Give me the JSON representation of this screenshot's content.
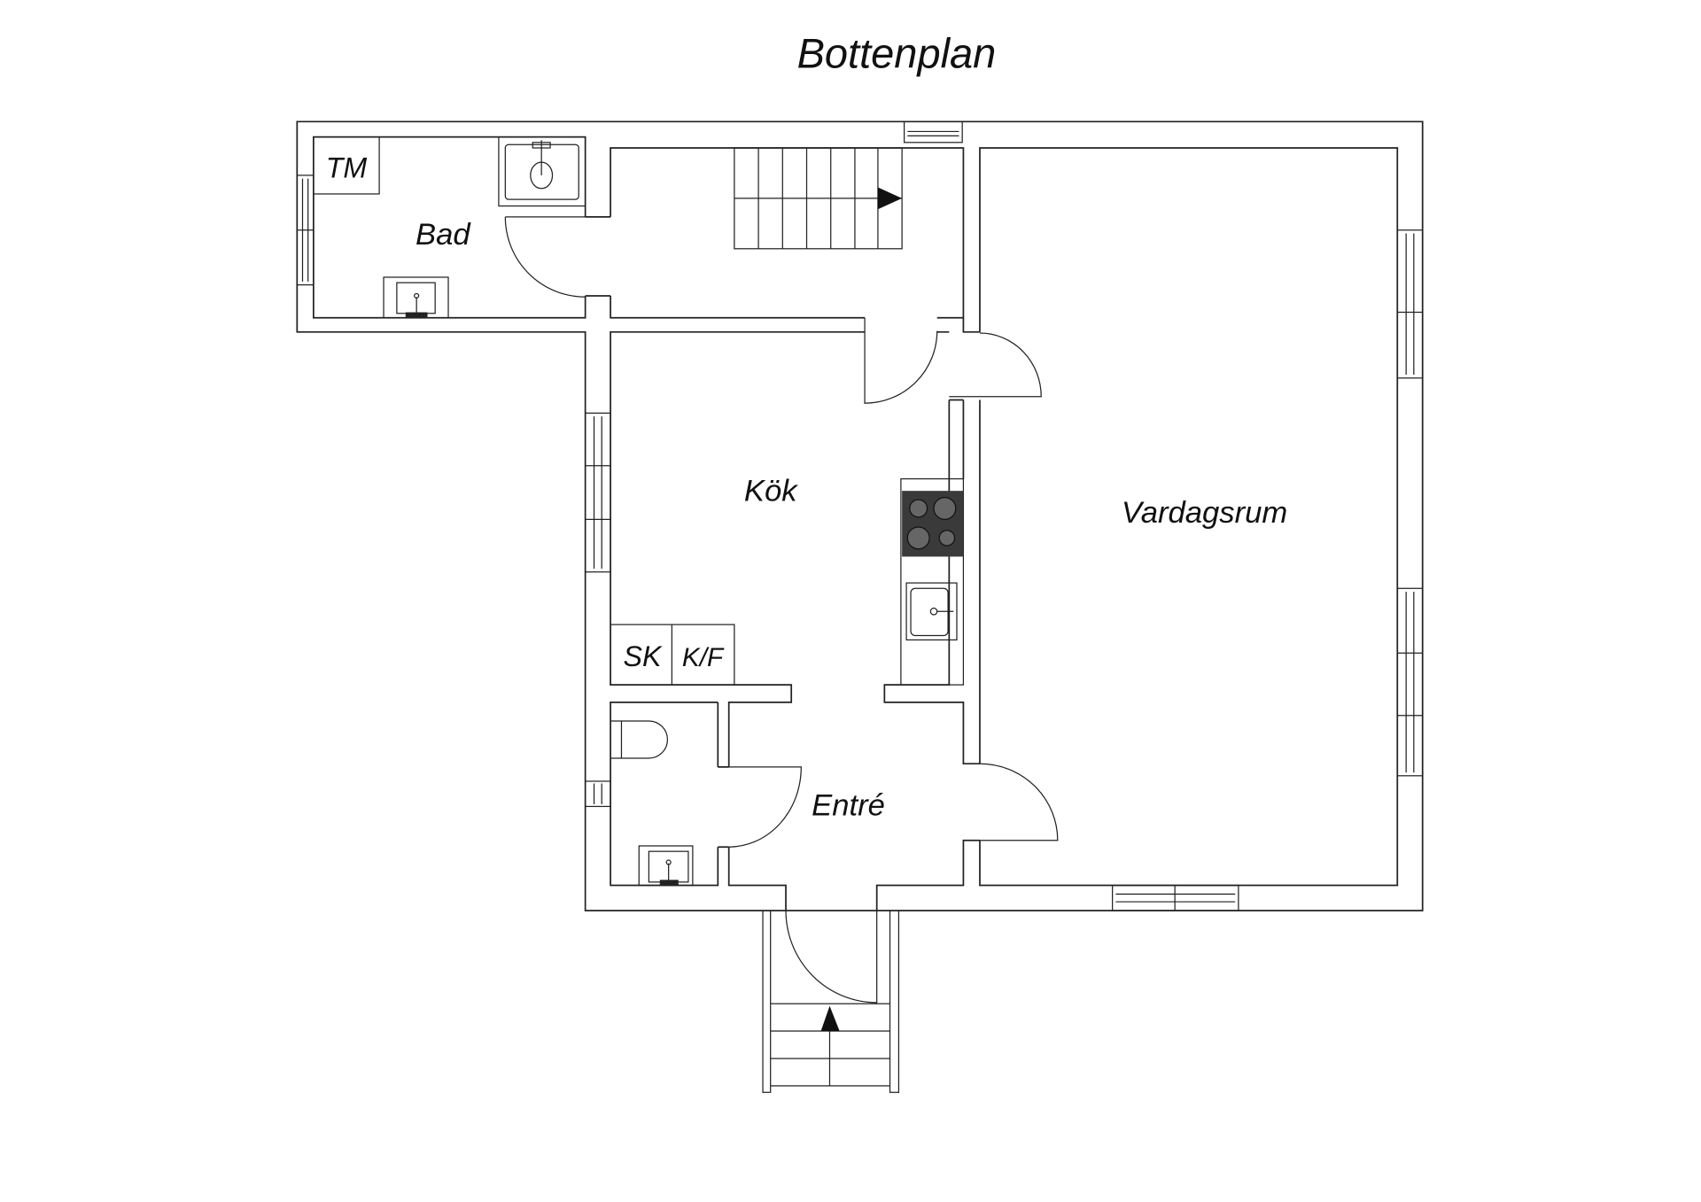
{
  "title": "Bottenplan",
  "rooms": {
    "bad": "Bad",
    "kok": "Kök",
    "vardagsrum": "Vardagsrum",
    "entre": "Entré"
  },
  "fixtures": {
    "tm": "TM",
    "sk": "SK",
    "kf": "K/F"
  },
  "colors": {
    "line": "#222222",
    "stove": "#3a3a3a",
    "background": "#ffffff"
  }
}
